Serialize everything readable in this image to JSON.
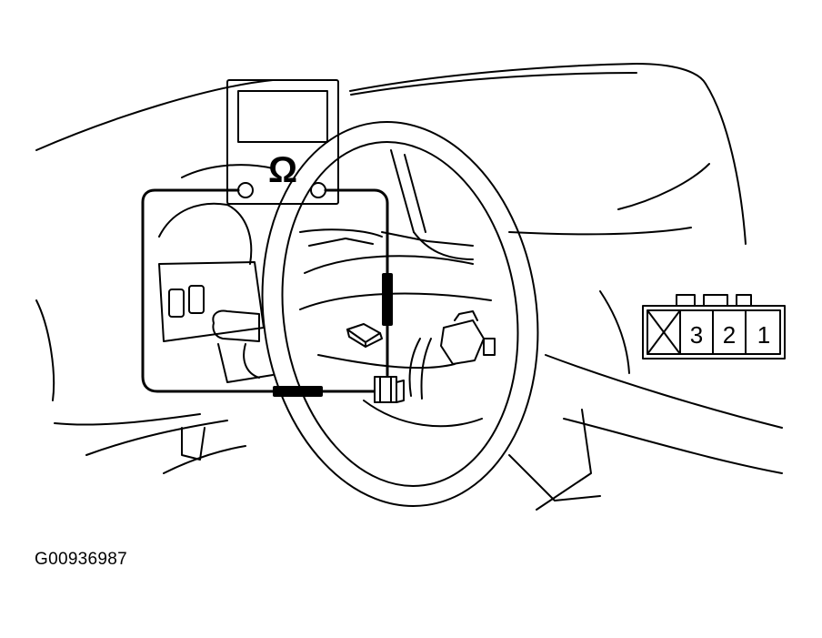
{
  "figure_id": "G00936987",
  "meter": {
    "symbol": "Ω",
    "icon": "ohm-symbol"
  },
  "connector_pins": [
    "3",
    "2",
    "1"
  ],
  "colors": {
    "line": "#000000",
    "background": "#ffffff"
  }
}
